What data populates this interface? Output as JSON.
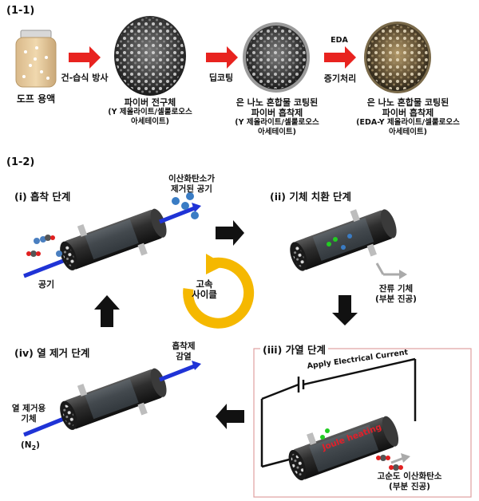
{
  "section1": {
    "title": "(1-1)",
    "dope_label": "도프 용액",
    "step1": "건-습식 방사",
    "step2": "딥코팅",
    "step3_top": "EDA",
    "step3_bottom": "증기처리",
    "product1_title": "파이버 전구체",
    "product1_sub1": "(Y 제올라이트/셀룰로오스",
    "product1_sub2": "아세테이트)",
    "product2_title1": "은 나노 혼합물 코팅된",
    "product2_title2": "파이버 흡착제",
    "product2_sub1": "(Y 제올라이트/셀룰로오스",
    "product2_sub2": "아세테이트)",
    "product3_title1": "은 나노 혼합물 코팅된",
    "product3_title2": "파이버 흡착제",
    "product3_sub1": "(EDA-Y 제올라이트/셀룰로오스",
    "product3_sub2": "아세테이트)"
  },
  "section2": {
    "title": "(1-2)",
    "stage1": "(i)  흡착 단계",
    "stage1_out1": "이산화탄소가",
    "stage1_out2": "제거된 공기",
    "stage1_in": "공기",
    "stage2": "(ii)  기체 치환 단계",
    "stage2_out1": "잔류 기체",
    "stage2_out2": "(부분 진공)",
    "stage3": "(iii)  가열 단계",
    "stage3_current": "Apply Electrical Current",
    "stage3_joule": "Joule heating",
    "stage3_out1": "고순도 이산화탄소",
    "stage3_out2": "(부분 진공)",
    "stage4": "(iv)  열 제거 단계",
    "stage4_out1": "흡착제",
    "stage4_out2": "감열",
    "stage4_in1": "열 제거용",
    "stage4_in2": "기체",
    "stage4_in3": "(N",
    "stage4_in3_sub": "2",
    "stage4_in3_end": ")",
    "center1": "고속",
    "center2": "사이클"
  },
  "colors": {
    "red_arrow": "#e8231f",
    "blue_arrow": "#1f33d6",
    "black_arrow": "#111111",
    "cycle_yellow": "#f5b800",
    "joule_red": "#e0202a",
    "green_mol": "#22cc22"
  }
}
